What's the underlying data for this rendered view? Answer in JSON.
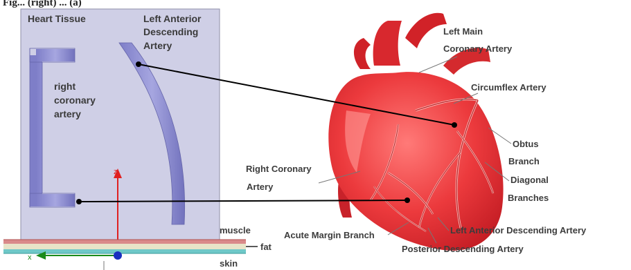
{
  "caption_fragment": "Fig... (right) ... (a)",
  "model_panel": {
    "title": "Heart Tissue",
    "lad_label": [
      "Left Anterior",
      "Descending",
      "Artery"
    ],
    "rca_label": [
      "right",
      "coronary",
      "artery"
    ],
    "axis_z": "z",
    "axis_x": "x",
    "layer_labels": {
      "muscle": "muscle",
      "fat": "fat",
      "skin": "skin"
    }
  },
  "heart_labels": {
    "left_main": [
      "Left Main",
      "Coronary Artery"
    ],
    "circumflex": "Circumflex Artery",
    "obtus": [
      "Obtus",
      "Branch"
    ],
    "diagonal": [
      "Diagonal",
      "Branches"
    ],
    "right_coronary": [
      "Right Coronary",
      "Artery"
    ],
    "acute_margin": "Acute Margin Branch",
    "lad": "Left Anterior Descending Artery",
    "posterior": "Posterior Descending Artery"
  },
  "colors": {
    "panel_bg": "#cfcfe6",
    "vessel": "#8c8cd2",
    "heart": "#e8343a",
    "axis_z": "#e02020",
    "axis_x": "#1a8a1a",
    "origin": "#1a2fbf"
  }
}
